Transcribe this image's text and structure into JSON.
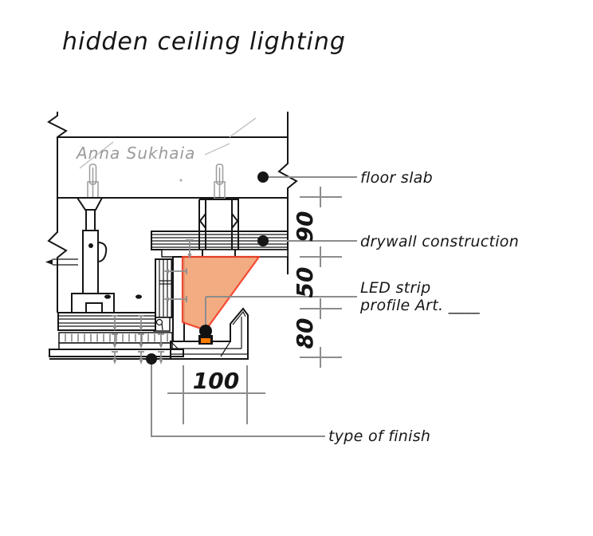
{
  "title": "hidden ceiling lighting",
  "watermark": "Anna Sukhaia",
  "labels": {
    "floor_slab": "floor slab",
    "drywall": "drywall construction",
    "led_line1": "LED strip",
    "led_line2": "profile Art. ____",
    "finish": "type of finish"
  },
  "dimensions": {
    "d90": "90",
    "d50": "50",
    "d80": "80",
    "d100": "100"
  },
  "colors": {
    "line_black": "#161616",
    "leader_gray": "#8c8c8c",
    "watermark_gray": "#9b9b9b",
    "cone_fill": "#F2A478",
    "cone_edge": "#F23B22",
    "led_glow": "#FF7B00",
    "led_body": "#111111",
    "board_fill": "#ebebeb",
    "trough_fill": "#f2f2f2"
  }
}
